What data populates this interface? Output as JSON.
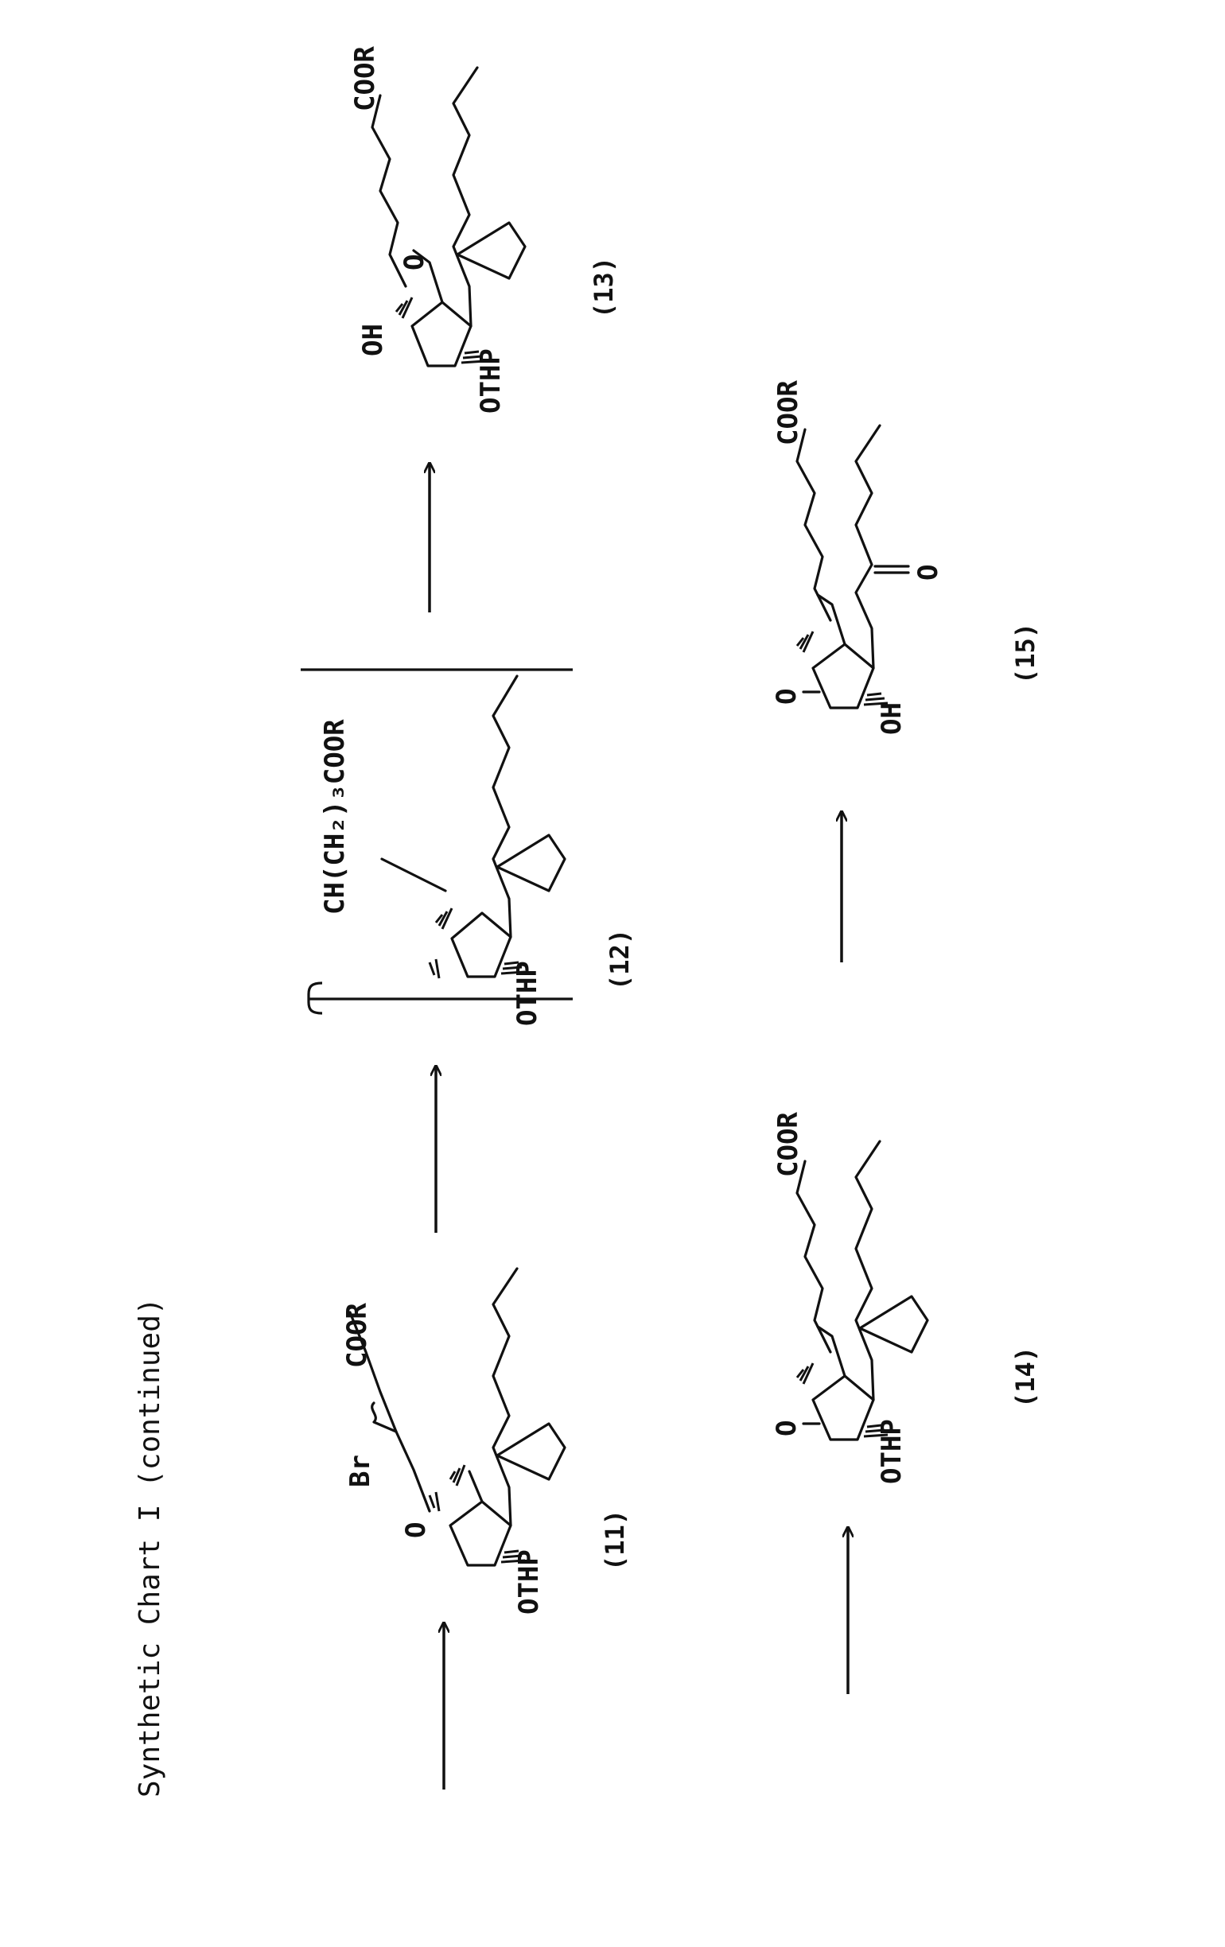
{
  "title": "Synthetic Chart I (continued)",
  "compounds": [
    {
      "id": "11",
      "label": "(11)",
      "atoms": {
        "br": "Br",
        "ester": "COOR",
        "ring_o": "O",
        "othp": "OTHP"
      }
    },
    {
      "id": "12",
      "label": "(12)",
      "atoms": {
        "side_chain": "CH(CH₂)₃COOR",
        "othp": "OTHP"
      }
    },
    {
      "id": "13",
      "label": "(13)",
      "atoms": {
        "oh": "OH",
        "ester": "COOR",
        "othp": "OTHP"
      }
    },
    {
      "id": "14",
      "label": "(14)",
      "atoms": {
        "keto": "O",
        "ester": "COOR",
        "othp": "OTHP"
      }
    },
    {
      "id": "15",
      "label": "(15)",
      "atoms": {
        "keto": "O",
        "ester": "COOR",
        "oh": "OH",
        "side_keto": "O"
      }
    }
  ],
  "arrows": [
    {
      "from": "",
      "to": "11"
    },
    {
      "from": "11",
      "to": "12"
    },
    {
      "from": "12",
      "to": "13"
    },
    {
      "from": "",
      "to": "14"
    },
    {
      "from": "14",
      "to": "15"
    }
  ]
}
